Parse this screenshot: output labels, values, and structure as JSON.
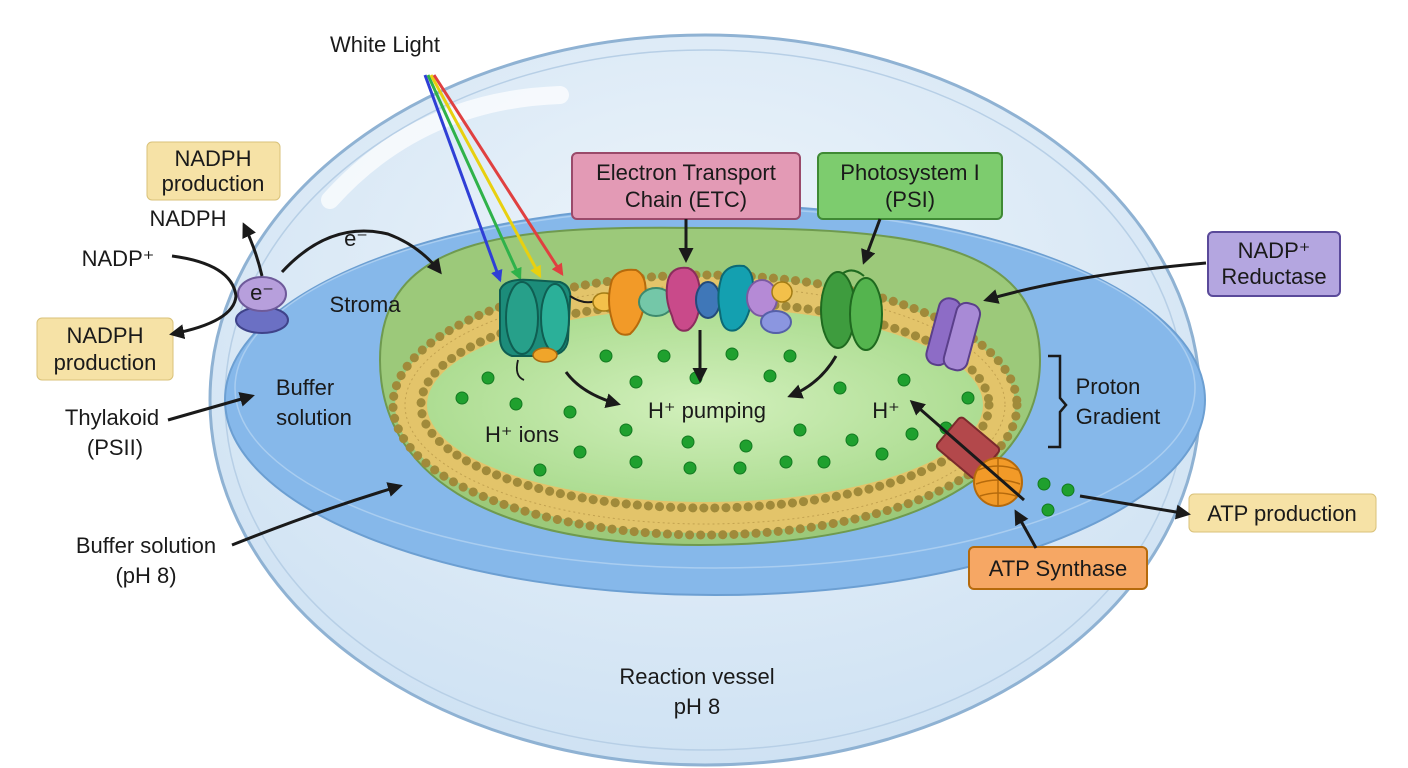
{
  "labels": {
    "white_light": "White Light",
    "etc": [
      "Electron Transport",
      "Chain (ETC)"
    ],
    "psi": [
      "Photosystem I",
      "(PSI)"
    ],
    "nadp_reductase": [
      "NADP⁺",
      "Reductase"
    ],
    "nadph_box_top": [
      "NADPH",
      "production"
    ],
    "nadph": "NADPH",
    "nadp_plus": "NADP⁺",
    "nadph_box_left": [
      "NADPH",
      "production"
    ],
    "electron_free": "e⁻",
    "electron_carrier": "e⁻",
    "stroma": "Stroma",
    "buffer_inner": [
      "Buffer",
      "solution"
    ],
    "thylakoid_psii": [
      "Thylakoid",
      "(PSII)"
    ],
    "buffer_outer": [
      "Buffer solution",
      "(pH 8)"
    ],
    "h_ions": "H⁺ ions",
    "h_pumping": "H⁺ pumping",
    "h_plus": "H⁺",
    "proton_gradient": [
      "Proton",
      "Gradient"
    ],
    "atp_production": "ATP production",
    "atp_synthase": "ATP Synthase",
    "reaction_vessel": [
      "Reaction vessel",
      "pH 8"
    ]
  },
  "colors": {
    "light_rays": [
      "#2f3fd6",
      "#2fb24a",
      "#f0e020",
      "#e04040"
    ],
    "etc_box": "#e39ab5",
    "psi_box": "#7dcc6e",
    "reductase_box": "#b4a6e0",
    "nadph_box": "#f6e2a6",
    "atp_synthase_box": "#f6a764",
    "atp_production_box": "#f6e2a6",
    "buffer_solution": "#86b8ea",
    "thylakoid_lumen": "#b5e29a",
    "membrane": "#e3c46a",
    "proton_dot": "#1fa02e"
  },
  "icons": {
    "light_rays": "spectrum-rays-icon",
    "psii_complex": "photosystem-ii-icon",
    "etc_proteins": "electron-transport-proteins-icon",
    "psi_complex": "photosystem-i-icon",
    "reductase_complex": "nadp-reductase-icon",
    "atp_synthase": "atp-synthase-icon",
    "carrier": "electron-carrier-icon",
    "proton": "proton-dot-icon"
  }
}
